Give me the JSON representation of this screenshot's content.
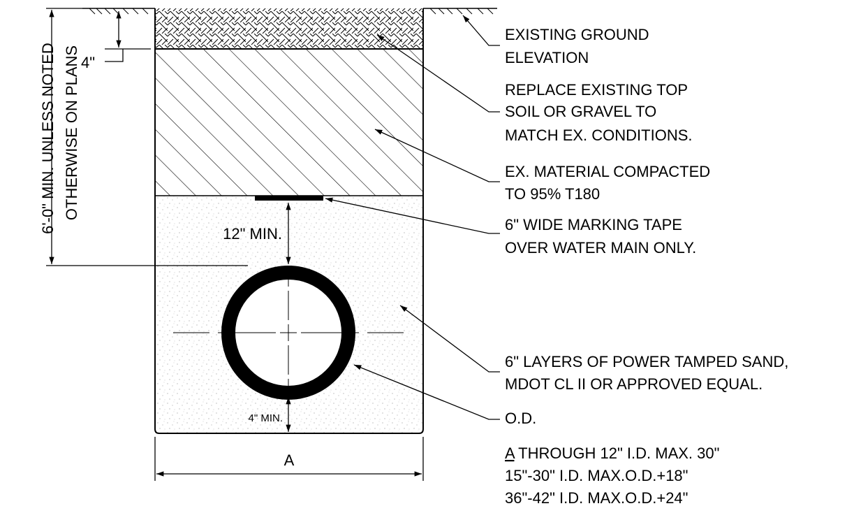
{
  "labels": {
    "ground_line1": "EXISTING GROUND",
    "ground_line2": "ELEVATION",
    "topsoil_line1": "REPLACE EXISTING TOP",
    "topsoil_line2": "SOIL OR GRAVEL TO",
    "topsoil_line3": "MATCH EX. CONDITIONS.",
    "compacted_line1": "EX. MATERIAL COMPACTED",
    "compacted_line2": "TO 95% T180",
    "tape_line1": "6\" WIDE MARKING TAPE",
    "tape_line2": "OVER WATER MAIN ONLY.",
    "sand_line1": "6\" LAYERS OF POWER TAMPED SAND,",
    "sand_line2": "MDOT CL II OR APPROVED EQUAL.",
    "od": "O.D."
  },
  "dimensions": {
    "depth_line1": "6'-0\" MIN. UNLESS NOTED",
    "depth_line2": "OTHERWISE ON PLANS",
    "topsoil_depth": "4\"",
    "cover_min": "12\" MIN.",
    "bedding_min": "4\" MIN.",
    "width_label": "A"
  },
  "notes": {
    "width_prefix": "A",
    "width_line1_rest": " THROUGH 12\" I.D. MAX. 30\"",
    "width_line2": "15\"-30\" I.D. MAX.O.D.+18\"",
    "width_line3": "36\"-42\" I.D. MAX.O.D.+24\""
  }
}
